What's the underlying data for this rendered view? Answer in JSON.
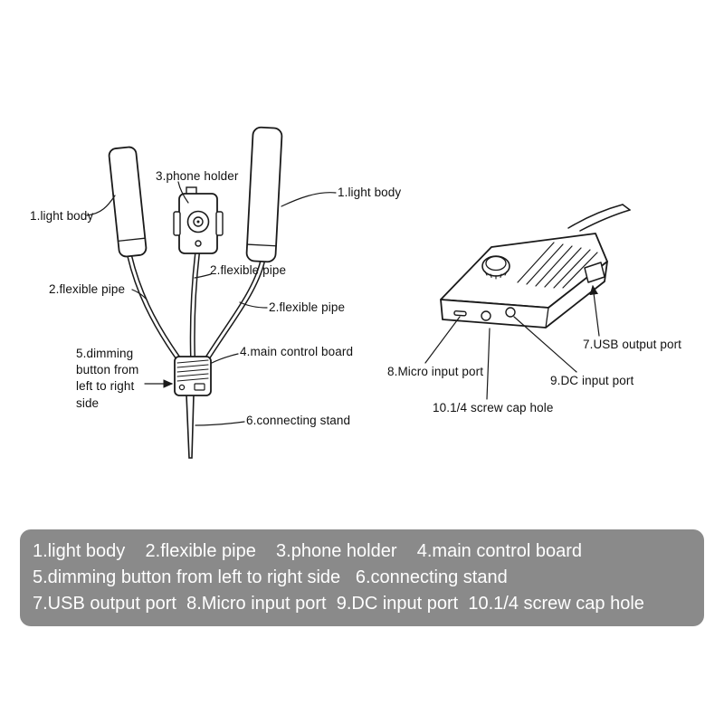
{
  "diagram": {
    "labels": {
      "light_body_left": "1.light body",
      "phone_holder": "3.phone holder",
      "light_body_right": "1.light body",
      "flexible_pipe_mid": "2.flexible pipe",
      "flexible_pipe_left": "2.flexible pipe",
      "flexible_pipe_right": "2.flexible pipe",
      "dimming_button": "5.dimming button from left to right side",
      "main_control_board": "4.main control board",
      "connecting_stand": "6.connecting stand",
      "usb_output_port": "7.USB output port",
      "micro_input_port": "8.Micro input port",
      "dc_input_port": "9.DC input port",
      "screw_cap_hole": "10.1/4 screw cap hole"
    }
  },
  "legend": {
    "lines": [
      "1.light body    2.flexible pipe    3.phone holder    4.main control board",
      "5.dimming button from left to right side   6.connecting stand",
      "7.USB output port  8.Micro input port  9.DC input port  10.1/4 screw cap hole"
    ]
  },
  "colors": {
    "line": "#1a1a1a",
    "legend_bg": "#8a8a8a",
    "legend_text": "#ffffff"
  }
}
